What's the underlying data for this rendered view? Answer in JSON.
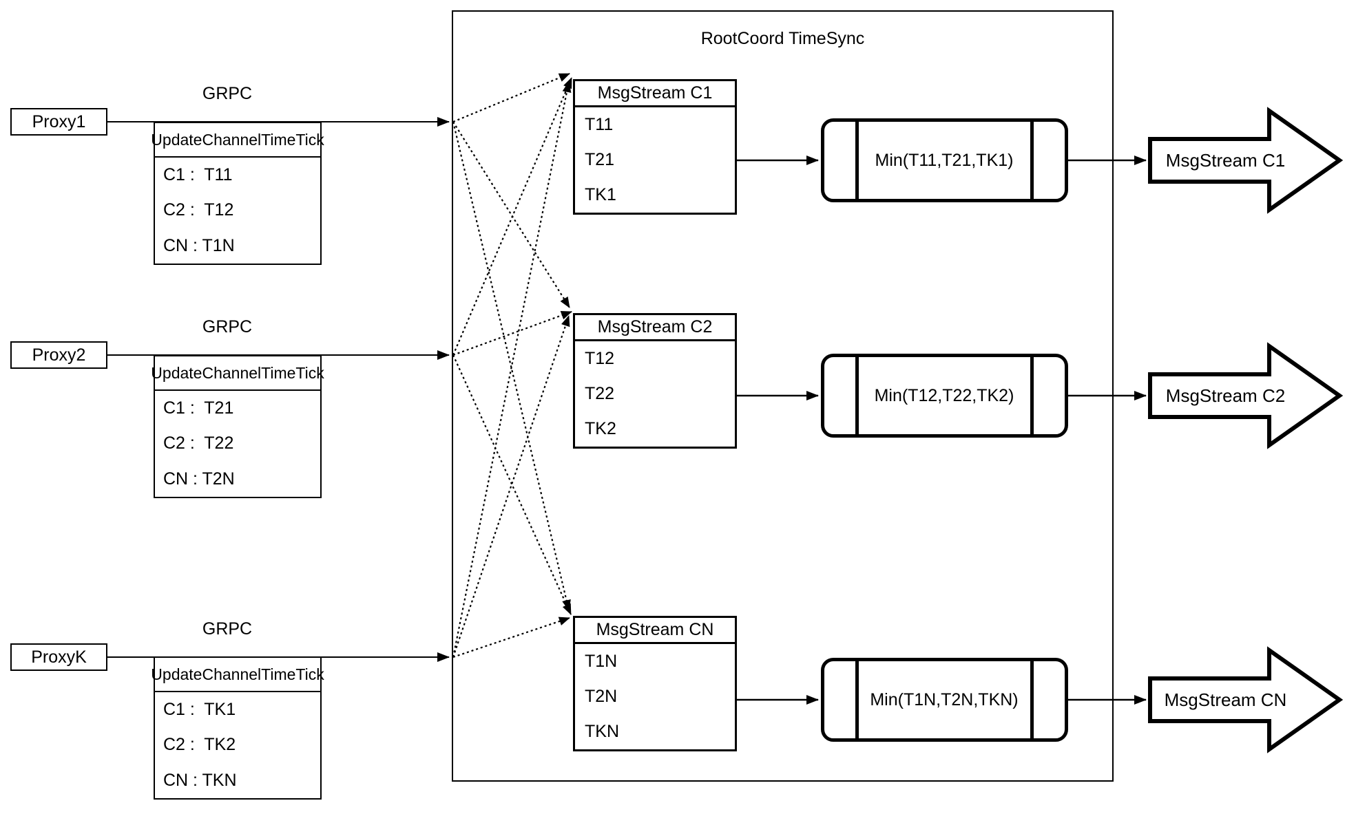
{
  "diagram": {
    "container_title": "RootCoord TimeSync",
    "colors": {
      "stroke": "#000000",
      "background": "#ffffff"
    },
    "proxies": [
      {
        "name": "Proxy1",
        "protocol": "GRPC",
        "message": {
          "title": "UpdateChannelTimeTick",
          "rows": [
            "C1 :  T11",
            "C2 :  T12",
            "CN : T1N"
          ]
        }
      },
      {
        "name": "Proxy2",
        "protocol": "GRPC",
        "message": {
          "title": "UpdateChannelTimeTick",
          "rows": [
            "C1 :  T21",
            "C2 :  T22",
            "CN : T2N"
          ]
        }
      },
      {
        "name": "ProxyK",
        "protocol": "GRPC",
        "message": {
          "title": "UpdateChannelTimeTick",
          "rows": [
            "C1 :  TK1",
            "C2 :  TK2",
            "CN : TKN"
          ]
        }
      }
    ],
    "streams": [
      {
        "title": "MsgStream C1",
        "ticks": [
          "T11",
          "T21",
          "TK1"
        ],
        "min_label": "Min(T11,T21,TK1)",
        "output_label": "MsgStream C1"
      },
      {
        "title": "MsgStream C2",
        "ticks": [
          "T12",
          "T22",
          "TK2"
        ],
        "min_label": "Min(T12,T22,TK2)",
        "output_label": "MsgStream C2"
      },
      {
        "title": "MsgStream CN",
        "ticks": [
          "T1N",
          "T2N",
          "TKN"
        ],
        "min_label": "Min(T1N,T2N,TKN)",
        "output_label": "MsgStream CN"
      }
    ]
  }
}
